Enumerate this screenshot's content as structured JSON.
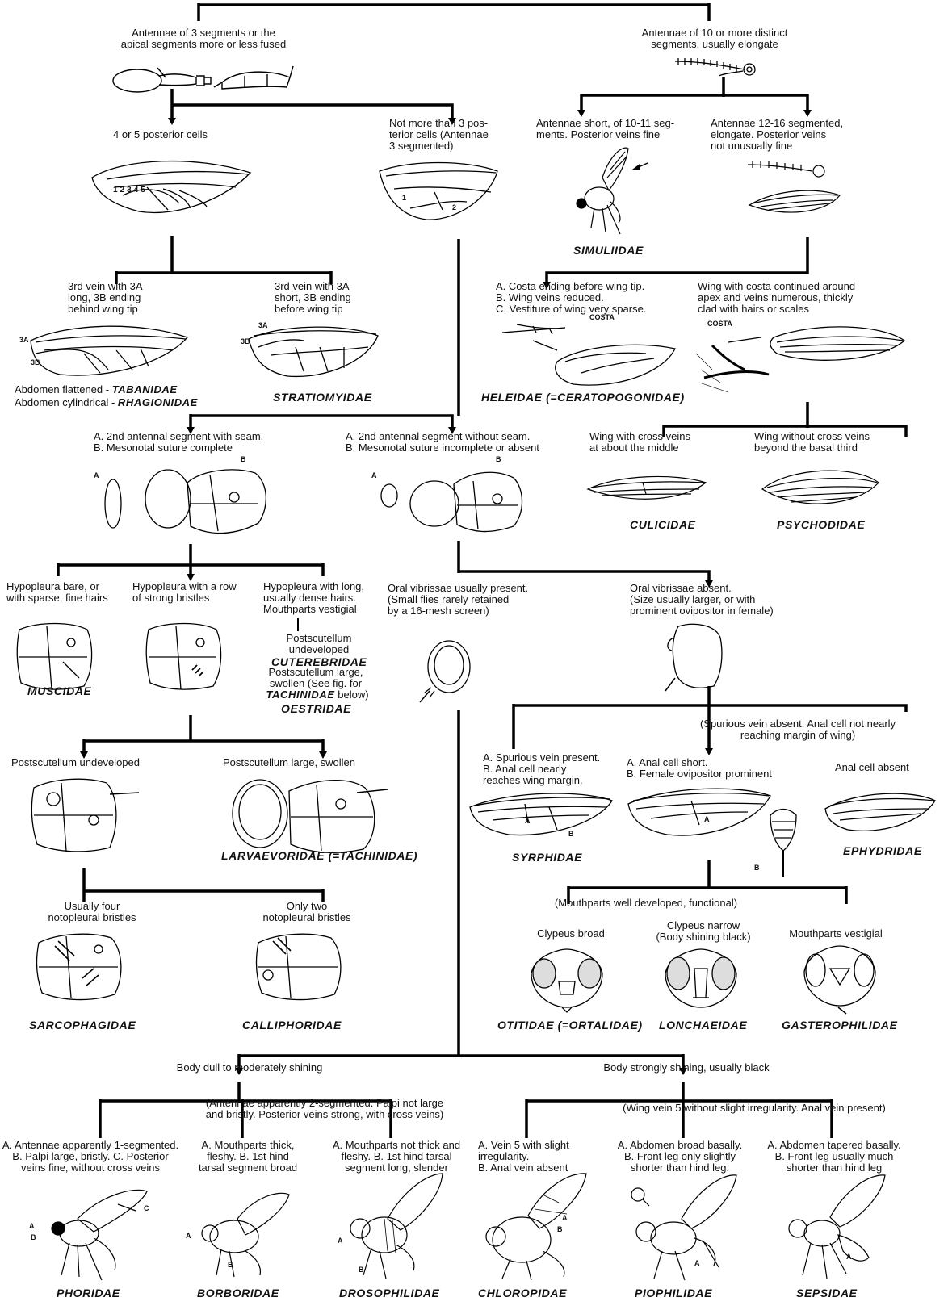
{
  "key": {
    "l1_left": "Antennae of 3 segments or the\napical segments more or less fused",
    "l1_right": "Antennae of 10 or more distinct\nsegments, usually elongate",
    "posterior_4_5": "4 or 5 posterior cells",
    "posterior_3": "Not more than 3 pos-\nterior cells (Antennae\n3 segmented)",
    "ant_short": "Antennae short, of 10-11 seg-\nments. Posterior veins fine",
    "ant_long": "Antennae 12-16 segmented,\nelongate. Posterior veins\nnot unusually fine",
    "vein3a_long": "3rd vein with 3A\nlong, 3B ending\nbehind wing tip",
    "vein3a_short": "3rd vein with 3A\nshort, 3B ending\nbefore wing tip",
    "costa_ending": "A. Costa ending before wing tip.\nB. Wing veins reduced.\nC. Vestiture of wing very sparse.",
    "costa_continued": "Wing with costa continued around\napex and veins numerous, thickly\nclad with hairs or scales",
    "abdomen_flat": "Abdomen flattened - ",
    "abdomen_cyl": "Abdomen cylindrical - ",
    "seam": "A. 2nd antennal segment with seam.\nB. Mesonotal suture complete",
    "no_seam": "A. 2nd antennal segment without seam.\nB. Mesonotal suture incomplete or absent",
    "cross_middle": "Wing with cross veins\nat about the middle",
    "cross_beyond": "Wing without cross veins\nbeyond the basal third",
    "hypo_bare": "Hypopleura bare, or\nwith sparse, fine hairs",
    "hypo_row": "Hypopleura with a row\nof strong bristles",
    "hypo_long": "Hypopleura with long,\nusually dense hairs.\nMouthparts vestigial",
    "postscut_undev_small": "Postscutellum\nundeveloped",
    "postscut_large_small": "Postscutellum large,\nswollen (See fig. for",
    "see_below": " below)",
    "oral_present": "Oral vibrissae usually present.\n(Small flies rarely retained\nby a 16-mesh screen)",
    "oral_absent": "Oral vibrissae absent.\n(Size usually larger, or with\nprominent ovipositor in female)",
    "postscut_undev": "Postscutellum undeveloped",
    "postscut_large": "Postscutellum large, swollen",
    "spurious_absent": "(Spurious vein absent. Anal cell not nearly\nreaching margin of wing)",
    "spurious_present": "A. Spurious vein present.\nB. Anal cell nearly\nreaches wing margin.",
    "anal_short": "A. Anal cell short.\nB. Female ovipositor prominent",
    "anal_absent": "Anal cell absent",
    "noto_four": "Usually four\nnotopleural bristles",
    "noto_two": "Only two\nnotopleural bristles",
    "mouth_dev": "(Mouthparts well developed, functional)",
    "clyp_broad": "Clypeus broad",
    "clyp_narrow": "Clypeus narrow\n(Body shining black)",
    "mouth_vest": "Mouthparts vestigial",
    "body_dull": "Body dull to moderately shining",
    "body_shining": "Body strongly shining, usually black",
    "ant_2seg": "(Antennae apparently 2-segmented. Palpi not large\nand bristly. Posterior veins strong, with cross veins)",
    "wing5": "(Wing vein 5 without slight irregularity. Anal vein present)",
    "ant_1seg": "A. Antennae apparently 1-segmented.\nB. Palpi large, bristly. C. Posterior\nveins fine, without cross veins",
    "mouth_thick": "A. Mouthparts thick,\nfleshy. B. 1st hind\ntarsal segment broad",
    "mouth_not_thick": "A. Mouthparts not thick and\nfleshy. B. 1st hind tarsal\nsegment long, slender",
    "vein5": "A. Vein 5 with slight\nirregularity.\nB. Anal vein absent",
    "abd_broad": "A. Abdomen broad basally.\nB. Front leg only slightly\nshorter than hind leg.",
    "abd_tapered": "A. Abdomen tapered basally.\nB. Front leg usually much\nshorter than hind leg"
  },
  "families": {
    "simuliidae": "SIMULIIDAE",
    "tabanidae": "TABANIDAE",
    "rhagionidae": "RHAGIONIDAE",
    "stratiomyidae": "STRATIOMYIDAE",
    "heleidae": "HELEIDAE (=CERATOPOGONIDAE)",
    "culicidae": "CULICIDAE",
    "psychodidae": "PSYCHODIDAE",
    "muscidae": "MUSCIDAE",
    "cuterebridae": "CUTEREBRIDAE",
    "tachinidae_ref": "TACHINIDAE",
    "oestridae": "OESTRIDAE",
    "larvaevoridae": "LARVAEVORIDAE (=TACHINIDAE)",
    "syrphidae": "SYRPHIDAE",
    "ephydridae": "EPHYDRIDAE",
    "sarcophagidae": "SARCOPHAGIDAE",
    "calliphoridae": "CALLIPHORIDAE",
    "otitidae": "OTITIDAE (=ORTALIDAE)",
    "lonchaeidae": "LONCHAEIDAE",
    "gasterophilidae": "GASTEROPHILIDAE",
    "phoridae": "PHORIDAE",
    "borboridae": "BORBORIDAE",
    "drosophilidae": "DROSOPHILIDAE",
    "chloropidae": "CHLOROPIDAE",
    "piophilidae": "PIOPHILIDAE",
    "sepsidae": "SEPSIDAE"
  },
  "labels": {
    "costa": "COSTA",
    "a": "A",
    "b": "B",
    "c": "C",
    "v3a": "3A",
    "v3b": "3B",
    "cells": [
      "1",
      "2",
      "3",
      "4",
      "5"
    ],
    "cell1": "1",
    "cell2": "2"
  }
}
